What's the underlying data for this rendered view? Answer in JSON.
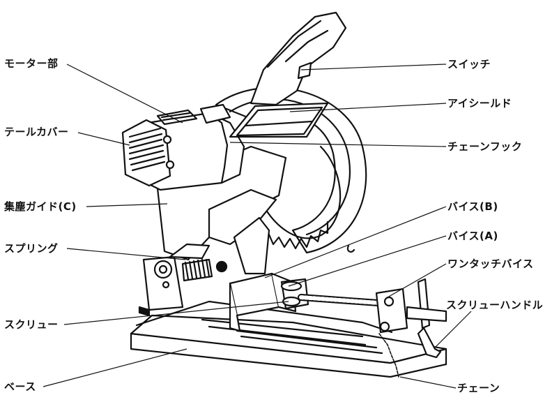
{
  "labels": {
    "motor": "モーター部",
    "tail_cover": "テールカバー",
    "dust_guide": "集塵ガイド(C)",
    "spring": "スプリング",
    "screw": "スクリュー",
    "base": "ベース",
    "switch": "スイッチ",
    "eye_shield": "アイシールド",
    "chain_hook": "チェーンフック",
    "vise_b": "バイス(B)",
    "vise_a": "バイス(A)",
    "one_touch_vise": "ワンタッチバイス",
    "screw_handle": "スクリューハンドル",
    "chain": "チェーン"
  }
}
